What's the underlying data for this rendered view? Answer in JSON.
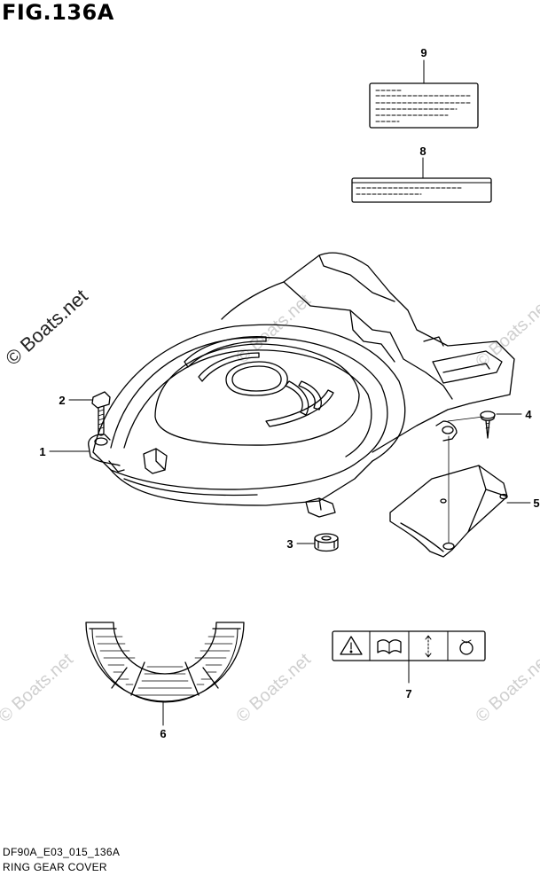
{
  "figure": {
    "title": "FIG.136A",
    "watermark_main": "© Boats.net",
    "watermark_faint": "© Boats.net",
    "code": "DF90A_E03_015_136A",
    "caption": "RING GEAR COVER"
  },
  "callouts": [
    {
      "id": "callout-1",
      "label": "1"
    },
    {
      "id": "callout-2",
      "label": "2"
    },
    {
      "id": "callout-3",
      "label": "3"
    },
    {
      "id": "callout-4",
      "label": "4"
    },
    {
      "id": "callout-5",
      "label": "5"
    },
    {
      "id": "callout-6",
      "label": "6"
    },
    {
      "id": "callout-7",
      "label": "7"
    },
    {
      "id": "callout-8",
      "label": "8"
    },
    {
      "id": "callout-9",
      "label": "9"
    }
  ],
  "colors": {
    "line": "#000000",
    "watermark": "#cfcfcf"
  }
}
